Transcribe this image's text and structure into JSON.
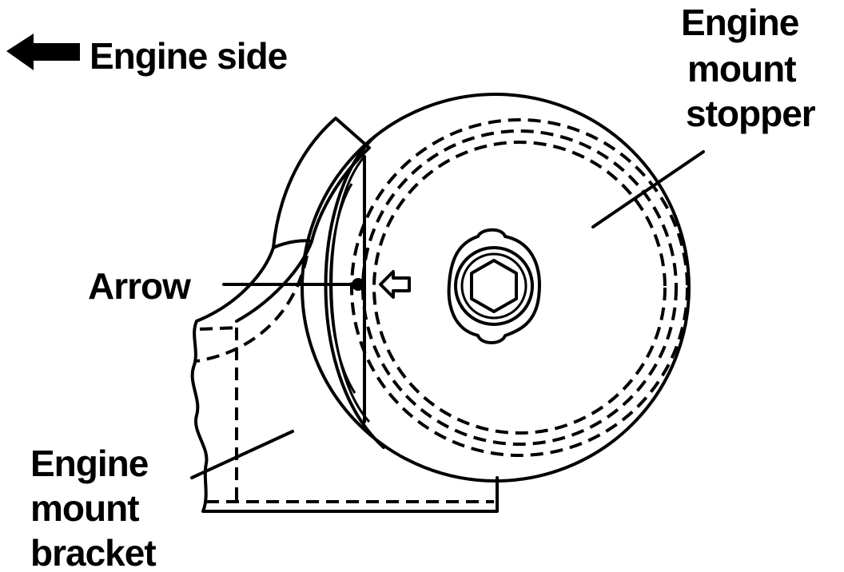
{
  "labels": {
    "engine_side": "Engine side",
    "stopper_line1": "Engine",
    "stopper_line2": "mount",
    "stopper_line3": "stopper",
    "arrow": "Arrow",
    "bracket_line1": "Engine",
    "bracket_line2": "mount",
    "bracket_line3": "bracket"
  },
  "icons": {
    "direction": "arrow-left-icon",
    "hollow_arrow": "hollow-arrow-left-icon",
    "bolt": "hex-bolt-icon"
  },
  "colors": {
    "ink": "#000000",
    "background": "#ffffff"
  }
}
